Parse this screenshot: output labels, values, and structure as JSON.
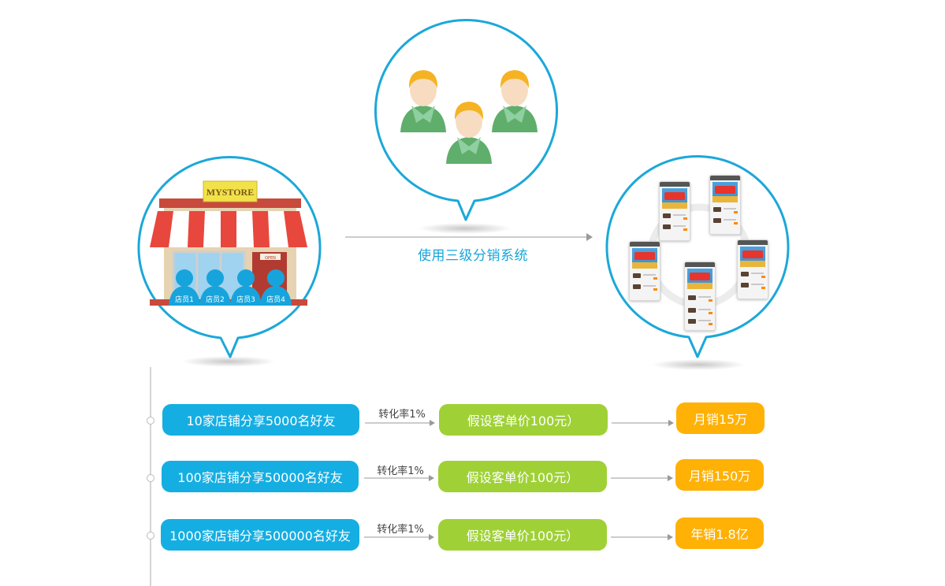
{
  "store_sign": "MYSTORE",
  "store_tag": "OPEN",
  "staff": [
    "店员1",
    "店员2",
    "店员3",
    "店员4"
  ],
  "caption": "使用三级分销系统",
  "rows": [
    {
      "left": "10家店铺分享5000名好友",
      "conversion": "转化率1%",
      "middle": "假设客单价100元）",
      "right": "月销15万"
    },
    {
      "left": "100家店铺分享50000名好友",
      "conversion": "转化率1%",
      "middle": "假设客单价100元）",
      "right": "月销150万"
    },
    {
      "left": "1000家店铺分享500000名好友",
      "conversion": "转化率1%",
      "middle": "假设客单价100元）",
      "right": "年销1.8亿"
    }
  ],
  "colors": {
    "bubble_stroke": "#1ba8d9",
    "blue": "#15aee2",
    "green": "#9fd137",
    "orange": "#ffb105"
  }
}
